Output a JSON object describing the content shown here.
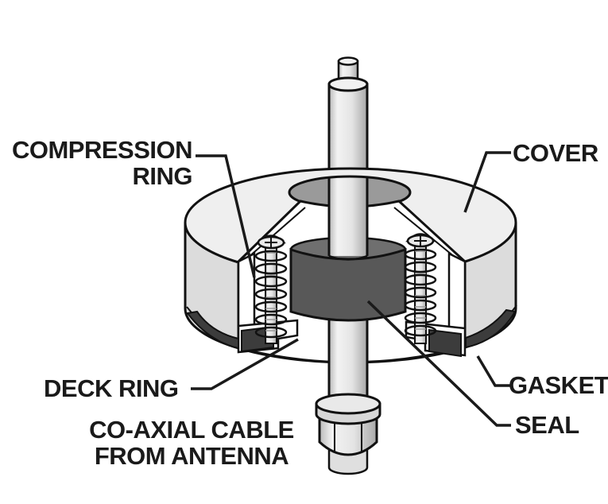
{
  "labels": {
    "compression_ring_line1": "COMPRESSION",
    "compression_ring_line2": "RING",
    "cover": "COVER",
    "deck_ring": "DECK RING",
    "gasket": "GASKET",
    "seal": "SEAL",
    "coax_line1": "CO-AXIAL CABLE",
    "coax_line2": "FROM ANTENNA"
  },
  "colors": {
    "outline": "#111111",
    "label_text": "#1a1a1a",
    "background": "#ffffff",
    "cover_top": "#efefef",
    "cover_side": "#dcdcdc",
    "cut_face": "#ffffff",
    "hole_shadow": "#9a9a9a",
    "metal_light": "#f1f1f1",
    "seal_top": "#6f6f6f",
    "seal_body": "#585858",
    "gasket": "#3c3c3c"
  }
}
